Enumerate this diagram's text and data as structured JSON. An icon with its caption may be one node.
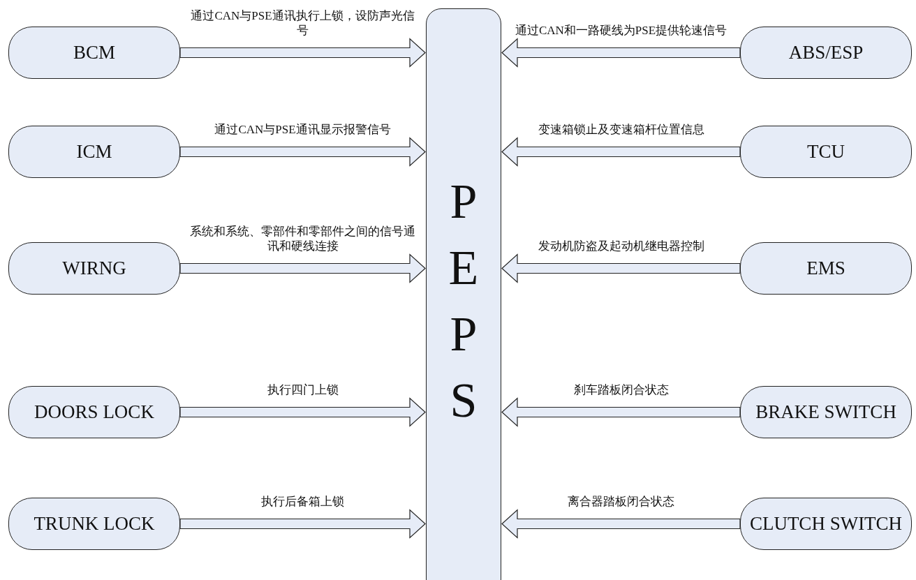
{
  "diagram": {
    "nodes": [
      {
        "text": [
          "PEPS"
        ]
      },
      {
        "text": [
          "BCM"
        ]
      },
      {
        "text": [
          "ICM"
        ]
      },
      {
        "text": [
          "WIRNG"
        ]
      },
      {
        "text": [
          "DOORS LOCK"
        ]
      },
      {
        "text": [
          "TRUNK LOCK"
        ]
      },
      {
        "text": [
          "ABS/ESP"
        ]
      },
      {
        "text": [
          "TCU"
        ]
      },
      {
        "text": [
          "EMS"
        ]
      },
      {
        "text": [
          "BRAKE SWITCH"
        ]
      },
      {
        "text": [
          "CLUTCH SWITCH"
        ]
      }
    ],
    "edges": [
      {
        "from": 1,
        "to": 0,
        "arrow": "to",
        "label": "通过CAN与PSE通讯执行上锁，设防声光信号"
      },
      {
        "from": 2,
        "to": 0,
        "arrow": "to",
        "label": "通过CAN与PSE通讯显示报警信号"
      },
      {
        "from": 3,
        "to": 0,
        "arrow": "to",
        "label": "系统和系统、零部件和零部件之间的信号通讯和硬线连接"
      },
      {
        "from": 4,
        "to": 0,
        "arrow": "to",
        "label": "执行四门上锁"
      },
      {
        "from": 5,
        "to": 0,
        "arrow": "to",
        "label": "执行后备箱上锁"
      },
      {
        "from": 6,
        "to": 0,
        "arrow": "to",
        "label": "通过CAN和一路硬线为PSE提供轮速信号"
      },
      {
        "from": 7,
        "to": 0,
        "arrow": "to",
        "label": "变速箱锁止及变速箱杆位置信息"
      },
      {
        "from": 8,
        "to": 0,
        "arrow": "to",
        "label": "发动机防盗及起动机继电器控制"
      },
      {
        "from": 9,
        "to": 0,
        "arrow": "to",
        "label": "刹车踏板闭合状态"
      },
      {
        "from": 10,
        "to": 0,
        "arrow": "to",
        "label": "离合器踏板闭合状态"
      }
    ]
  }
}
